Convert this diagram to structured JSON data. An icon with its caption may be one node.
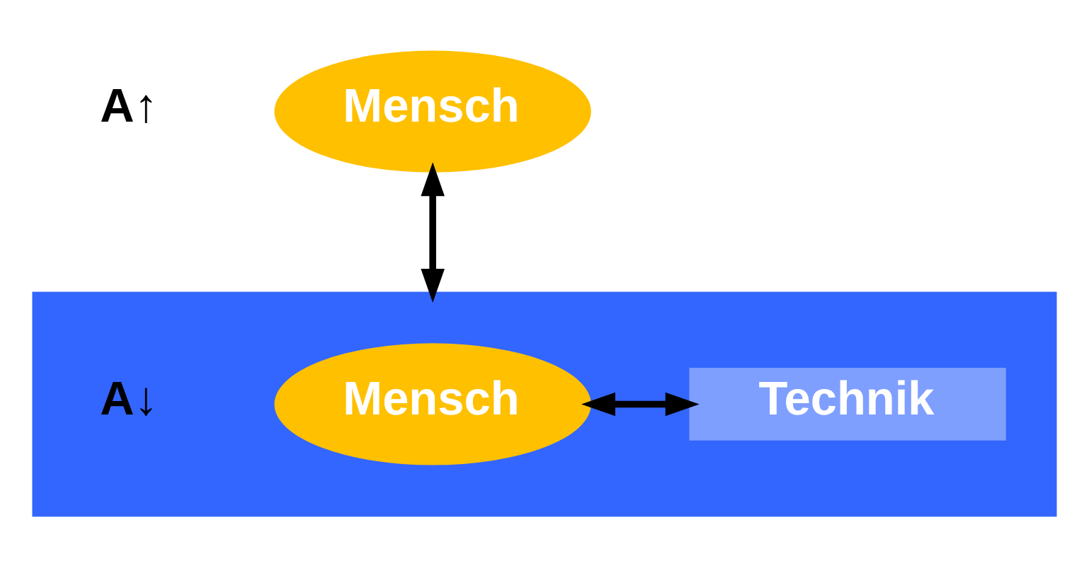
{
  "diagram": {
    "nodes": [
      {
        "text": [
          "Mensch"
        ],
        "beside": [
          "A↑"
        ]
      },
      {
        "text": [],
        "shape": "box"
      },
      {
        "text": [
          "Mensch"
        ],
        "in": 1,
        "beside": [
          "A↓"
        ]
      },
      {
        "text": [
          "Technik"
        ],
        "in": 1
      }
    ],
    "edges": [
      {
        "from": 0,
        "to": 1,
        "arrow": "both"
      },
      {
        "from": 2,
        "to": 3,
        "arrow": "both"
      }
    ]
  }
}
